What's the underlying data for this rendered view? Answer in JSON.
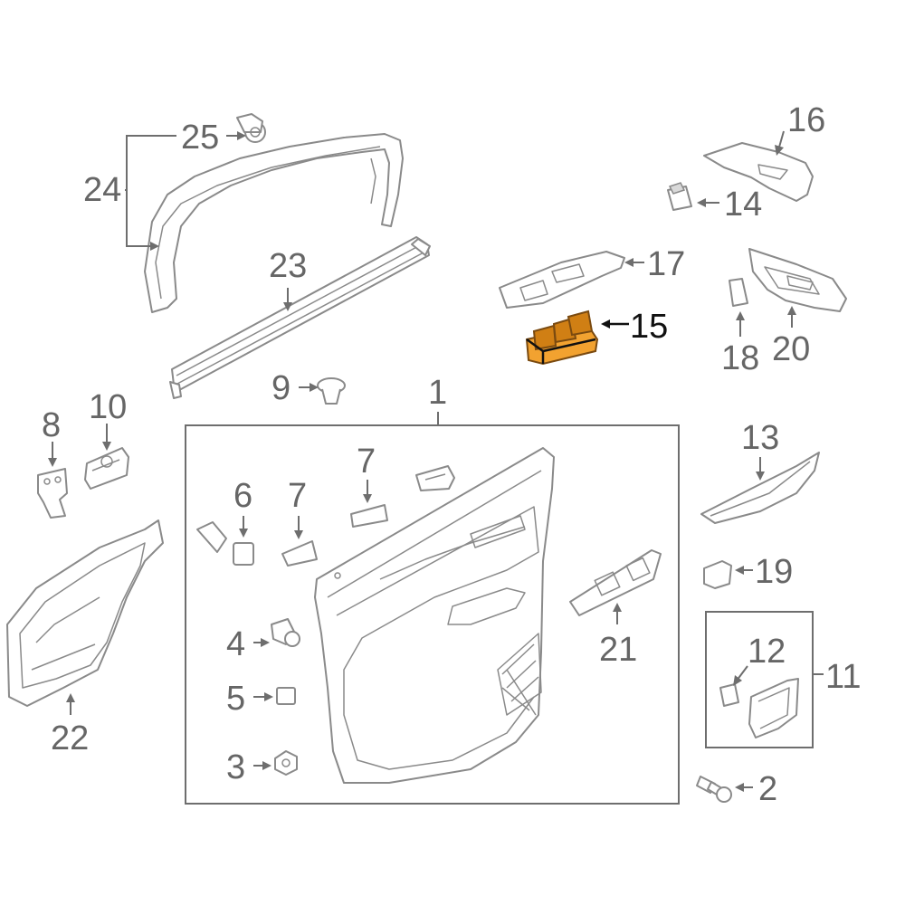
{
  "callouts": {
    "c1": "1",
    "c2": "2",
    "c3": "3",
    "c4": "4",
    "c5": "5",
    "c6": "6",
    "c7a": "7",
    "c7b": "7",
    "c8": "8",
    "c9": "9",
    "c10": "10",
    "c11": "11",
    "c12": "12",
    "c13": "13",
    "c14": "14",
    "c15": "15",
    "c16": "16",
    "c17": "17",
    "c18": "18",
    "c19": "19",
    "c20": "20",
    "c21": "21",
    "c22": "22",
    "c23": "23",
    "c24": "24",
    "c25": "25"
  },
  "highlight": {
    "part": "15",
    "color": "#f2a230"
  }
}
